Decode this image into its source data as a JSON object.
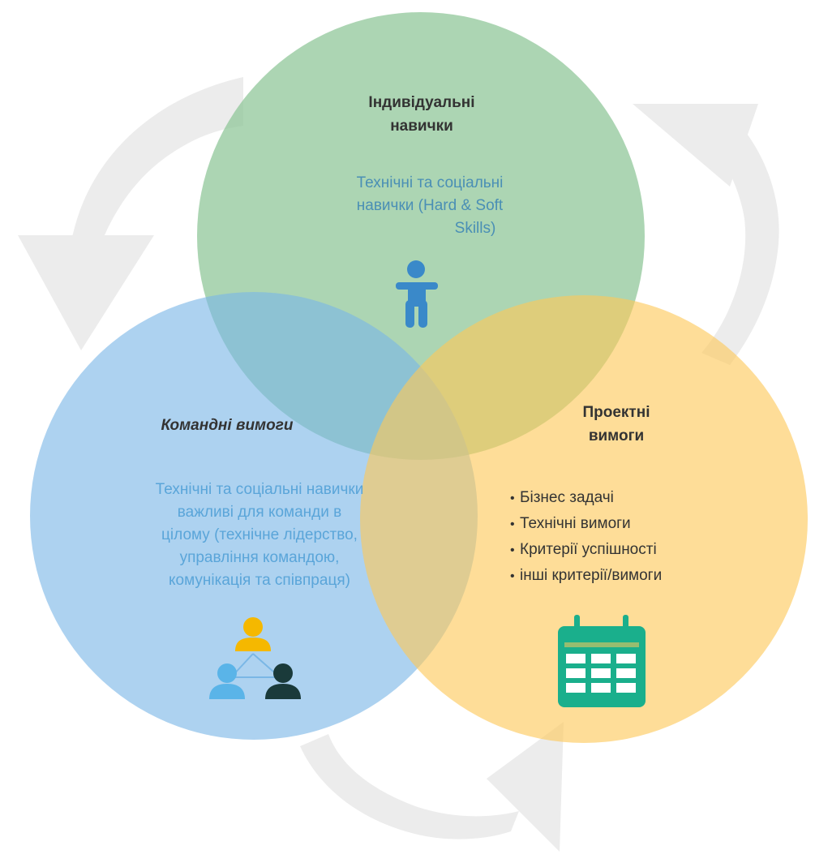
{
  "colors": {
    "background": "#ffffff",
    "arrow": "#ececec",
    "circle_green": "#8cc596",
    "circle_blue": "#7ab7e6",
    "circle_orange": "#fec859",
    "icon_person": "#3a89c9",
    "icon_team_top": "#f5b800",
    "icon_team_left": "#5ab4e8",
    "icon_team_right": "#1a3a3a",
    "icon_calendar": "#1aaf8c"
  },
  "circles": {
    "individual": {
      "title": "Індивідуальні навички",
      "title_lines": [
        "Індивідуальні",
        "навички"
      ],
      "desc_lines": [
        "Технічні та соціальні",
        "навички (Hard & Soft",
        "Skills)"
      ],
      "icon": "person-icon"
    },
    "team": {
      "title": "Командні вимоги",
      "desc_lines": [
        "Технічні та соціальні навички",
        "важливі для команди в",
        "цілому (технічне лідерство,",
        "управління командою,",
        "комунікація та співпраця)"
      ],
      "icon": "team-icon"
    },
    "project": {
      "title_lines": [
        "Проектні",
        "вимоги"
      ],
      "bullets": [
        "Бізнес задачі",
        "Технічні вимоги",
        "Критерії успішності",
        "інші критерії/вимоги"
      ],
      "icon": "calendar-icon"
    }
  }
}
